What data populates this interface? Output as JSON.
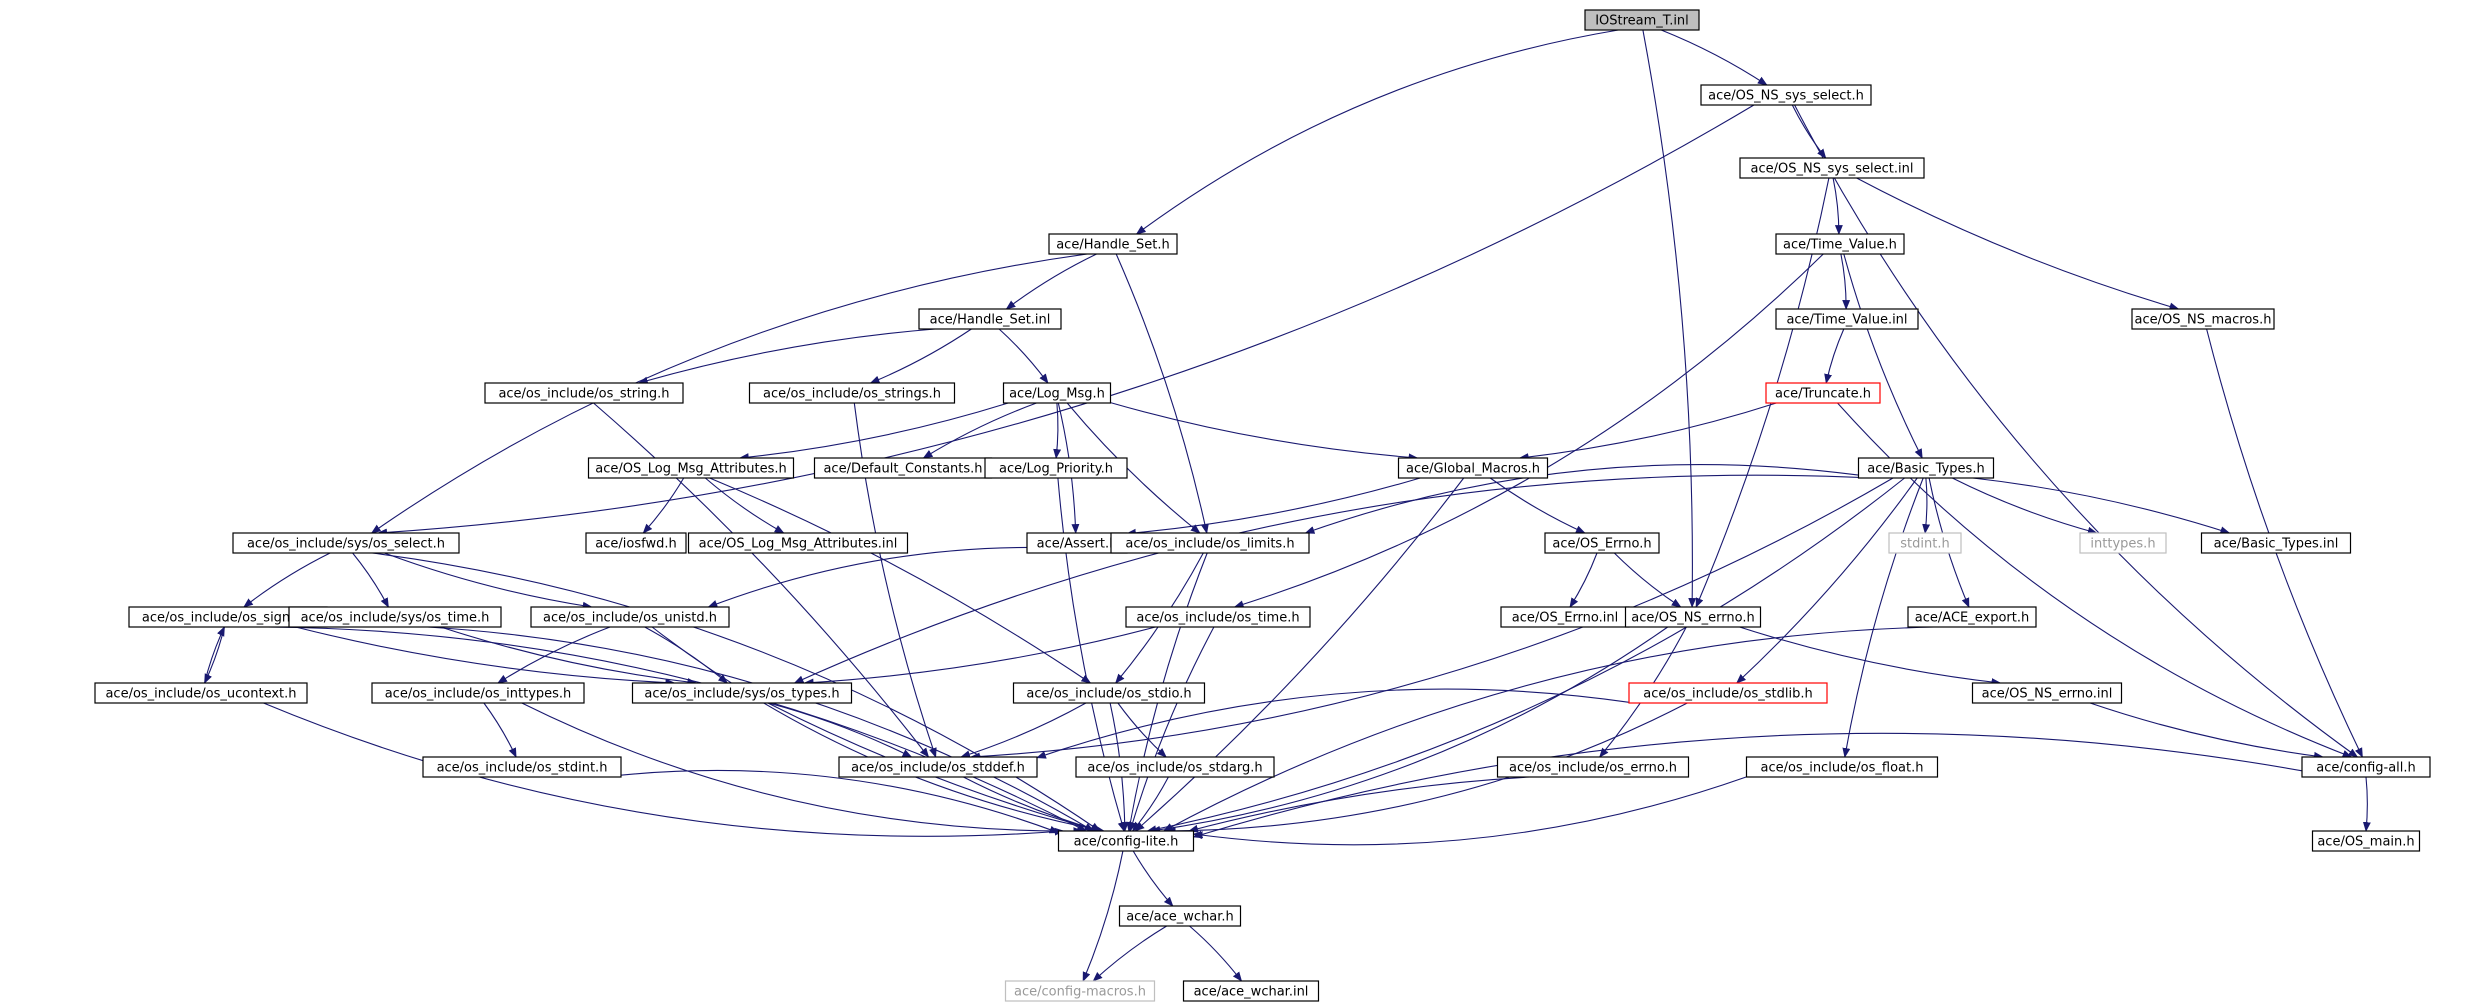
{
  "graph_title": "IOStream_T.inl",
  "nodes": [
    {
      "id": "n0",
      "label": "IOStream_T.inl",
      "style": "root"
    },
    {
      "id": "n1",
      "label": "ace/OS_NS_sys_select.h"
    },
    {
      "id": "n2",
      "label": "ace/OS_NS_sys_select.inl"
    },
    {
      "id": "n3",
      "label": "ace/Handle_Set.h"
    },
    {
      "id": "n4",
      "label": "ace/Time_Value.h"
    },
    {
      "id": "n5",
      "label": "ace/OS_NS_macros.h"
    },
    {
      "id": "n6",
      "label": "ace/Handle_Set.inl"
    },
    {
      "id": "n7",
      "label": "ace/Time_Value.inl"
    },
    {
      "id": "n8",
      "label": "ace/os_include/os_string.h"
    },
    {
      "id": "n9",
      "label": "ace/os_include/os_strings.h"
    },
    {
      "id": "n10",
      "label": "ace/Log_Msg.h"
    },
    {
      "id": "n11",
      "label": "ace/Truncate.h",
      "style": "red"
    },
    {
      "id": "n12",
      "label": "ace/OS_Log_Msg_Attributes.h"
    },
    {
      "id": "n13",
      "label": "ace/Default_Constants.h"
    },
    {
      "id": "n14",
      "label": "ace/Log_Priority.h"
    },
    {
      "id": "n15",
      "label": "ace/Global_Macros.h"
    },
    {
      "id": "n16",
      "label": "ace/Basic_Types.h"
    },
    {
      "id": "n17",
      "label": "ace/iosfwd.h"
    },
    {
      "id": "n18",
      "label": "ace/OS_Log_Msg_Attributes.inl"
    },
    {
      "id": "n19",
      "label": "ace/os_include/sys/os_select.h"
    },
    {
      "id": "n20",
      "label": "ace/Assert.h"
    },
    {
      "id": "n21",
      "label": "ace/os_include/os_limits.h"
    },
    {
      "id": "n22",
      "label": "ace/OS_Errno.h"
    },
    {
      "id": "n23",
      "label": "stdint.h",
      "style": "grey"
    },
    {
      "id": "n24",
      "label": "inttypes.h",
      "style": "grey"
    },
    {
      "id": "n25",
      "label": "ace/Basic_Types.inl"
    },
    {
      "id": "n26",
      "label": "ace/os_include/os_signal.h"
    },
    {
      "id": "n27",
      "label": "ace/os_include/sys/os_time.h"
    },
    {
      "id": "n28",
      "label": "ace/os_include/os_unistd.h"
    },
    {
      "id": "n29",
      "label": "ace/os_include/os_time.h"
    },
    {
      "id": "n30",
      "label": "ace/OS_Errno.inl"
    },
    {
      "id": "n31",
      "label": "ace/OS_NS_errno.h"
    },
    {
      "id": "n32",
      "label": "ace/ACE_export.h"
    },
    {
      "id": "n33",
      "label": "ace/os_include/os_ucontext.h"
    },
    {
      "id": "n34",
      "label": "ace/os_include/os_inttypes.h"
    },
    {
      "id": "n35",
      "label": "ace/os_include/sys/os_types.h"
    },
    {
      "id": "n36",
      "label": "ace/os_include/os_stdio.h"
    },
    {
      "id": "n37",
      "label": "ace/os_include/os_stdlib.h",
      "style": "red"
    },
    {
      "id": "n38",
      "label": "ace/OS_NS_errno.inl"
    },
    {
      "id": "n39",
      "label": "ace/os_include/os_stdint.h"
    },
    {
      "id": "n40",
      "label": "ace/os_include/os_stddef.h"
    },
    {
      "id": "n41",
      "label": "ace/os_include/os_stdarg.h"
    },
    {
      "id": "n42",
      "label": "ace/os_include/os_errno.h"
    },
    {
      "id": "n43",
      "label": "ace/os_include/os_float.h"
    },
    {
      "id": "n44",
      "label": "ace/config-all.h"
    },
    {
      "id": "n45",
      "label": "ace/config-lite.h"
    },
    {
      "id": "n46",
      "label": "ace/OS_main.h"
    },
    {
      "id": "n47",
      "label": "ace/ace_wchar.h"
    },
    {
      "id": "n48",
      "label": "ace/config-macros.h",
      "style": "grey"
    },
    {
      "id": "n49",
      "label": "ace/ace_wchar.inl"
    }
  ],
  "edges": [
    [
      "n0",
      "n1"
    ],
    [
      "n0",
      "n3"
    ],
    [
      "n0",
      "n31"
    ],
    [
      "n1",
      "n2"
    ],
    [
      "n1",
      "n19"
    ],
    [
      "n1",
      "n44"
    ],
    [
      "n2",
      "n4"
    ],
    [
      "n2",
      "n5"
    ],
    [
      "n2",
      "n31"
    ],
    [
      "n3",
      "n6"
    ],
    [
      "n3",
      "n21"
    ],
    [
      "n3",
      "n19"
    ],
    [
      "n4",
      "n7"
    ],
    [
      "n4",
      "n16"
    ],
    [
      "n4",
      "n29"
    ],
    [
      "n5",
      "n44"
    ],
    [
      "n6",
      "n10"
    ],
    [
      "n6",
      "n8"
    ],
    [
      "n6",
      "n9"
    ],
    [
      "n7",
      "n11"
    ],
    [
      "n8",
      "n40"
    ],
    [
      "n9",
      "n40"
    ],
    [
      "n10",
      "n12"
    ],
    [
      "n10",
      "n13"
    ],
    [
      "n10",
      "n14"
    ],
    [
      "n10",
      "n15"
    ],
    [
      "n10",
      "n20"
    ],
    [
      "n10",
      "n21"
    ],
    [
      "n11",
      "n15"
    ],
    [
      "n11",
      "n44"
    ],
    [
      "n12",
      "n17"
    ],
    [
      "n12",
      "n18"
    ],
    [
      "n12",
      "n36"
    ],
    [
      "n14",
      "n45"
    ],
    [
      "n15",
      "n20"
    ],
    [
      "n15",
      "n22"
    ],
    [
      "n15",
      "n45"
    ],
    [
      "n16",
      "n21"
    ],
    [
      "n16",
      "n23"
    ],
    [
      "n16",
      "n24"
    ],
    [
      "n16",
      "n25"
    ],
    [
      "n16",
      "n32"
    ],
    [
      "n16",
      "n37"
    ],
    [
      "n16",
      "n43"
    ],
    [
      "n16",
      "n40"
    ],
    [
      "n16",
      "n35"
    ],
    [
      "n16",
      "n45"
    ],
    [
      "n19",
      "n26"
    ],
    [
      "n19",
      "n27"
    ],
    [
      "n19",
      "n28"
    ],
    [
      "n19",
      "n45"
    ],
    [
      "n21",
      "n28"
    ],
    [
      "n21",
      "n36"
    ],
    [
      "n21",
      "n45"
    ],
    [
      "n22",
      "n30"
    ],
    [
      "n22",
      "n31"
    ],
    [
      "n26",
      "n33"
    ],
    [
      "n26",
      "n35"
    ],
    [
      "n26",
      "n45"
    ],
    [
      "n27",
      "n35"
    ],
    [
      "n27",
      "n45"
    ],
    [
      "n28",
      "n34"
    ],
    [
      "n28",
      "n35"
    ],
    [
      "n28",
      "n45"
    ],
    [
      "n29",
      "n35"
    ],
    [
      "n29",
      "n45"
    ],
    [
      "n31",
      "n42"
    ],
    [
      "n31",
      "n38"
    ],
    [
      "n31",
      "n45"
    ],
    [
      "n32",
      "n45"
    ],
    [
      "n33",
      "n26"
    ],
    [
      "n33",
      "n45"
    ],
    [
      "n34",
      "n39"
    ],
    [
      "n34",
      "n45"
    ],
    [
      "n35",
      "n40"
    ],
    [
      "n35",
      "n45"
    ],
    [
      "n36",
      "n40"
    ],
    [
      "n36",
      "n41"
    ],
    [
      "n36",
      "n45"
    ],
    [
      "n37",
      "n40"
    ],
    [
      "n37",
      "n45"
    ],
    [
      "n38",
      "n44"
    ],
    [
      "n39",
      "n45"
    ],
    [
      "n40",
      "n45"
    ],
    [
      "n41",
      "n45"
    ],
    [
      "n42",
      "n45"
    ],
    [
      "n43",
      "n45"
    ],
    [
      "n44",
      "n45"
    ],
    [
      "n44",
      "n46"
    ],
    [
      "n45",
      "n47"
    ],
    [
      "n45",
      "n48"
    ],
    [
      "n47",
      "n48"
    ],
    [
      "n47",
      "n49"
    ]
  ]
}
